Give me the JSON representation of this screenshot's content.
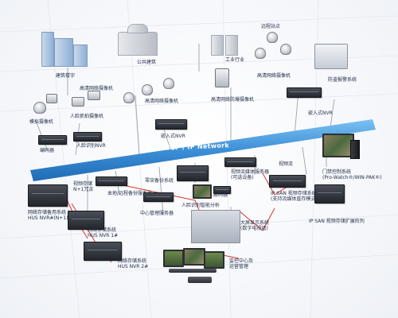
{
  "network": {
    "label": "TCP / IP Network",
    "color": "#3c8fd6"
  },
  "colors": {
    "link_red": "#d9342b",
    "link_grey": "#9aa3b2"
  },
  "labels": {
    "building_lou": "建筑楼宇",
    "public_building": "公共建筑",
    "industry": "工业行业",
    "remote_site": "远程站点",
    "analog_camera": "模拟摄像机",
    "face_camera": "人脸抓拍摄像机",
    "hd_camera_left": "高清网络摄像机",
    "hd_camera_center": "高清网络摄像机",
    "explosion_camera": "高清网络防爆摄像机",
    "hd_camera_right": "高清网络摄像机",
    "alarm_system": "防盗报警系统",
    "encoder": "编码器",
    "face_nvr": "人脸识别NVR",
    "embedded_nvr": "嵌入式NVR",
    "embedded_nvr_right": "嵌入式NVR",
    "storage_n1": "网络存储备用系统\nHUS NVR#(N+1)",
    "video_store_n1": "视频存储\nN+1冗余",
    "local_remote_store": "本地/远程备份服务器",
    "zero_backup": "零突备份系统",
    "decoder": "解码器",
    "central_mgmt": "中心管理服务器",
    "face_analysis": "人脸识别智能分析",
    "stream_server": "视频流媒体服务器\n(可选设备)",
    "video_stream": "视频流",
    "ipsan_system": "IP SAN 视频存储系统\n(支持流媒体直存模式)",
    "large_screen": "大屏显示系统\n(数字电视墙)",
    "ipsan_expand": "IP SAN 视频存储扩展阵列",
    "access_control": "门禁控制系统\n(Pro-Watch®/WIN-PAK®)",
    "storage_1": "网络存储系统\nHUS NVR 1#",
    "storage_2": "网络存储系统\nHUS NVR 2#",
    "monitor_center": "监控中心及\n运营管理"
  }
}
